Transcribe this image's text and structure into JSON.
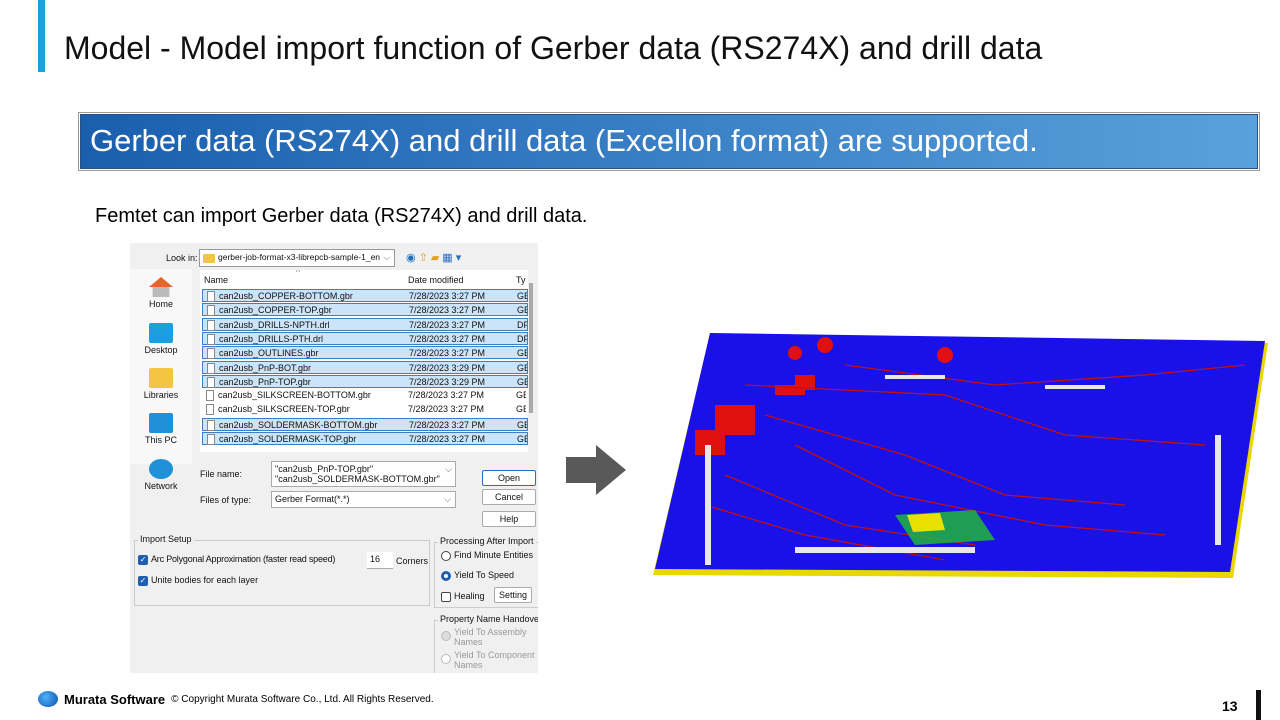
{
  "slide": {
    "title": "Model - Model import function of Gerber data (RS274X) and drill data",
    "banner": "Gerber data (RS274X) and drill data (Excellon format) are supported.",
    "subtitle": "Femtet can import Gerber data (RS274X) and drill data.",
    "page_number": "13"
  },
  "footer": {
    "brand": "Murata Software",
    "copyright": "© Copyright Murata Software Co., Ltd. All Rights Reserved."
  },
  "dialog": {
    "look_in_label": "Look in:",
    "look_in_value": "gerber-job-format-x3-librepcb-sample-1_en",
    "places": [
      "Home",
      "Desktop",
      "Libraries",
      "This PC",
      "Network"
    ],
    "columns": [
      "Name",
      "Date modified",
      "Ty"
    ],
    "files": [
      {
        "name": "can2usb_COPPER-BOTTOM.gbr",
        "date": "7/28/2023 3:27 PM",
        "type": "GE",
        "selected": true
      },
      {
        "name": "can2usb_COPPER-TOP.gbr",
        "date": "7/28/2023 3:27 PM",
        "type": "GE",
        "selected": true
      },
      {
        "name": "can2usb_DRILLS-NPTH.drl",
        "date": "7/28/2023 3:27 PM",
        "type": "DF",
        "selected": true
      },
      {
        "name": "can2usb_DRILLS-PTH.drl",
        "date": "7/28/2023 3:27 PM",
        "type": "DF",
        "selected": true
      },
      {
        "name": "can2usb_OUTLINES.gbr",
        "date": "7/28/2023 3:27 PM",
        "type": "GE",
        "selected": true
      },
      {
        "name": "can2usb_PnP-BOT.gbr",
        "date": "7/28/2023 3:29 PM",
        "type": "GE",
        "selected": true
      },
      {
        "name": "can2usb_PnP-TOP.gbr",
        "date": "7/28/2023 3:29 PM",
        "type": "GE",
        "selected": true
      },
      {
        "name": "can2usb_SILKSCREEN-BOTTOM.gbr",
        "date": "7/28/2023 3:27 PM",
        "type": "GE",
        "selected": false
      },
      {
        "name": "can2usb_SILKSCREEN-TOP.gbr",
        "date": "7/28/2023 3:27 PM",
        "type": "GE",
        "selected": false
      },
      {
        "name": "can2usb_SOLDERMASK-BOTTOM.gbr",
        "date": "7/28/2023 3:27 PM",
        "type": "GE",
        "selected": true
      },
      {
        "name": "can2usb_SOLDERMASK-TOP.gbr",
        "date": "7/28/2023 3:27 PM",
        "type": "GE",
        "selected": true
      }
    ],
    "file_name_label": "File name:",
    "file_name_value": "\"can2usb_PnP-TOP.gbr\" \"can2usb_SOLDERMASK-BOTTOM.gbr\"",
    "file_type_label": "Files of type:",
    "file_type_value": "Gerber Format(*.*)",
    "open": "Open",
    "cancel": "Cancel",
    "help": "Help",
    "import_setup": {
      "title": "Import Setup",
      "arc": "Arc Polygonal Approximation (faster read speed)",
      "corners_value": "16",
      "corners_label": "Corners",
      "unite": "Unite bodies for each layer"
    },
    "processing": {
      "title": "Processing After Import",
      "find": "Find Minute Entities",
      "yield": "Yield To Speed",
      "healing": "Healing",
      "setting": "Setting"
    },
    "property": {
      "title": "Property Name Handover",
      "assembly": "Yield To Assembly Names",
      "component": "Yield To Component Names"
    }
  }
}
